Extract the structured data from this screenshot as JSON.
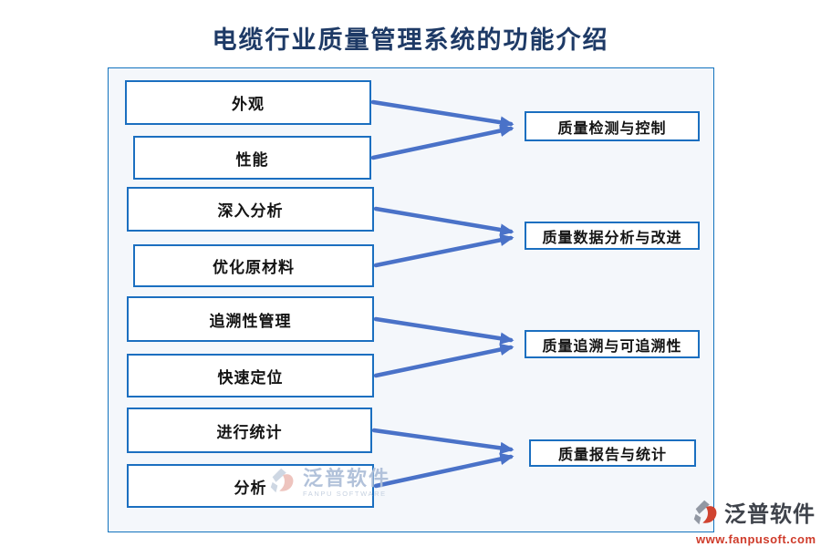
{
  "page": {
    "title": "电缆行业质量管理系统的功能介绍"
  },
  "diagram": {
    "left_boxes": [
      {
        "label": "外观"
      },
      {
        "label": "性能"
      },
      {
        "label": "深入分析"
      },
      {
        "label": "优化原材料"
      },
      {
        "label": "追溯性管理"
      },
      {
        "label": "快速定位"
      },
      {
        "label": "进行统计"
      },
      {
        "label": "分析"
      }
    ],
    "right_boxes": [
      {
        "label": "质量检测与控制"
      },
      {
        "label": "质量数据分析与改进"
      },
      {
        "label": "质量追溯与可追溯性"
      },
      {
        "label": "质量报告与统计"
      }
    ],
    "connections": [
      {
        "from": [
          "外观",
          "性能"
        ],
        "to": "质量检测与控制"
      },
      {
        "from": [
          "深入分析",
          "优化原材料"
        ],
        "to": "质量数据分析与改进"
      },
      {
        "from": [
          "追溯性管理",
          "快速定位"
        ],
        "to": "质量追溯与可追溯性"
      },
      {
        "from": [
          "进行统计",
          "分析"
        ],
        "to": "质量报告与统计"
      }
    ]
  },
  "watermark": {
    "name": "泛普软件",
    "name_en": "FANPU SOFTWARE"
  },
  "brand": {
    "name": "泛普软件",
    "url": "www.fanpusoft.com"
  },
  "colors": {
    "title": "#1e3a66",
    "box_border": "#1b6fc0",
    "panel_border": "#1273be",
    "panel_bg": "#f4f7fb",
    "arrow": "#4a72c8",
    "logo_red": "#d04330",
    "logo_gray": "#9298a3"
  }
}
